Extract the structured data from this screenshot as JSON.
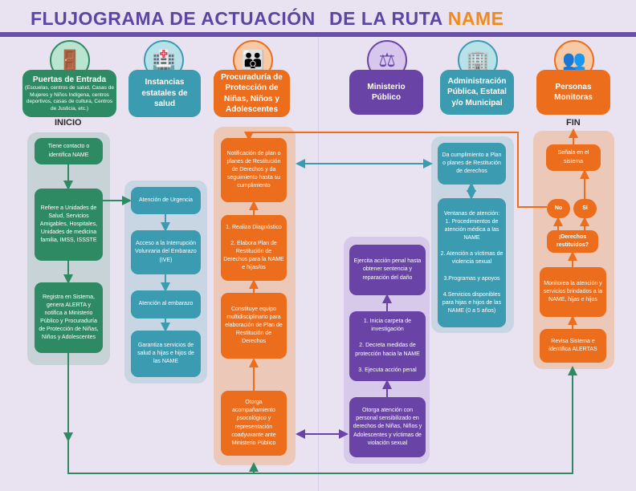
{
  "title": {
    "part1": "FLUJOGRAMA DE ACTUACIÓN",
    "part2": "DE LA RUTA",
    "highlight": "NAME"
  },
  "colors": {
    "green": "#2e8a62",
    "teal": "#3b9bb1",
    "orange": "#ec6d1c",
    "purple": "#6944a6"
  },
  "headers": [
    {
      "title": "Puertas de Entrada",
      "subtitle": "(Escuelas, centros de salud, Casas de Mujeres y Niños Indígena, centros deportivos, casas de cultura, Centros de Justicia, etc.)",
      "icon": "door-woman-icon"
    },
    {
      "title": "Instancias estatales de salud",
      "icon": "hospital-icon"
    },
    {
      "title": "Procuraduría de Protección de Niñas, Niños y Adolescentes",
      "icon": "children-icon"
    },
    {
      "title": "Ministerio Público",
      "icon": "gavel-document-icon"
    },
    {
      "title": "Administración Pública, Estatal y/o Municipal",
      "icon": "building-icon"
    },
    {
      "title": "Personas Monitoras",
      "icon": "people-icon"
    }
  ],
  "start_label": "INICIO",
  "end_label": "FIN",
  "entry_steps": [
    "Tiene contacto o identifica NAME",
    "Refiere a Unidades de Salud, Servicios Amigables, Hospitales, Unidades de medicina familia, IMSS, ISSSTE",
    "Registra en Sistema, genera ALERTA y notifica a Ministerio Público y Procuraduría de Protección de Niñas, Niños y Adolescentes"
  ],
  "health_steps": [
    "Atención de Urgencia",
    "Acceso a la Interrupción Volunraria del Embarazo (IVE)",
    "Atención al embarazo",
    "Garantiza servicios de salud a hijas e hijos de las NAME"
  ],
  "procuraduria_steps": [
    "Notificación de plan o planes de Restitución de Derechos y da seguimiento hasta su cumplimiento",
    "1. Realiza Diagnóstico\n\n2. Elabora Plan de Restitución de Derechos para la NAME e hijas/os",
    "Constituye equipo multidisciplinario para elaboración de Plan de Restitución de Derechos",
    "Otorga acompañamiento psocológico y representación coadyuvante ante Ministerio Público"
  ],
  "ministerio_steps": [
    "Ejercita acción penal hasta obtener sentencia y reparación del daño",
    "1. Inicia carpeta de investigación\n\n2. Decreta medidas de protección hacia la NAME\n\n3. Ejecuta acción penal",
    "Otorga atención con personal sensibilizado en derechos de Niñas, Niños y Adolescentes y víctimas de violación sexual"
  ],
  "admin_steps": [
    "Da cumplimiento a Plan o planes de Restitución de derechos",
    "Ventanas de atención:\n1. Procedimientos de atención médica a las NAME\n\n2. Atención a víctimas de violencia sexual\n\n3.Programas y apoyos\n\n4.Servicios disponibles para hijas e hijos de las NAME (0 a 5 años)"
  ],
  "monitor_steps": {
    "signal": "Señala en el sistema",
    "no": "No",
    "yes": "Sí",
    "question": "¡Derechos restituidos?",
    "monitor": "Monitorea la atención y servicios brindados a la NAME, hijas e hijos",
    "review": "Revisa Sistema e identifica ALERTAS"
  }
}
